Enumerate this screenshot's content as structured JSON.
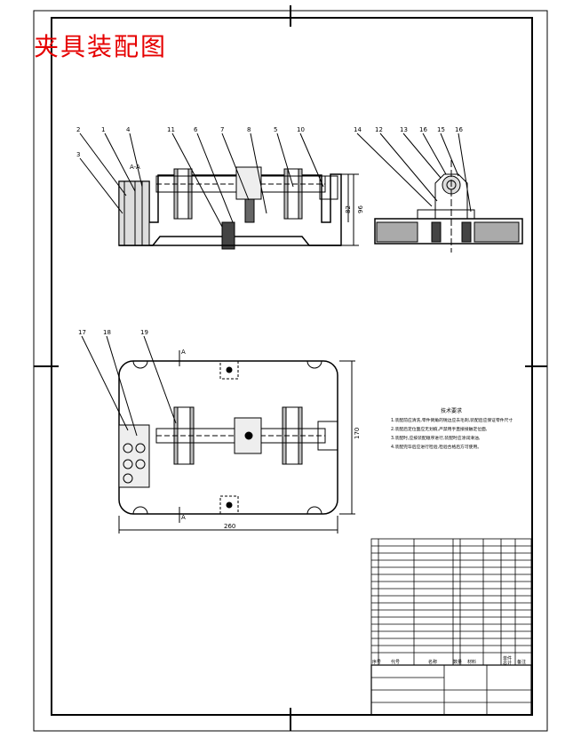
{
  "title": "夹具装配图",
  "front_view": {
    "callouts": [
      "2",
      "1",
      "4",
      "3",
      "11",
      "6",
      "7",
      "8",
      "5",
      "10"
    ],
    "section_label": "A-A",
    "dims": [
      "82",
      "96"
    ]
  },
  "side_view": {
    "callouts": [
      "14",
      "12",
      "13",
      "16",
      "15",
      "16"
    ]
  },
  "top_view": {
    "callouts": [
      "17",
      "18",
      "19"
    ],
    "dims": [
      "260",
      "170"
    ],
    "section_marks": [
      "A",
      "A"
    ]
  },
  "notes": {
    "heading": "技术要求",
    "lines": [
      "1.装配前应清洗,零件倒角的锐边应去毛刺,装配后应保证零件尺寸",
      "2.装配后定位面应无划痕,严禁用手直接接触定位面,",
      "3.装配时,应按装配顺序进行,装配时应涂润滑油,",
      "4.装配完毕后应进行检验,检验合格后方可使用。"
    ]
  },
  "title_block": {
    "header": [
      "序号",
      "代号",
      "名称",
      "数量",
      "材料",
      "单件",
      "总计",
      "备注"
    ]
  }
}
